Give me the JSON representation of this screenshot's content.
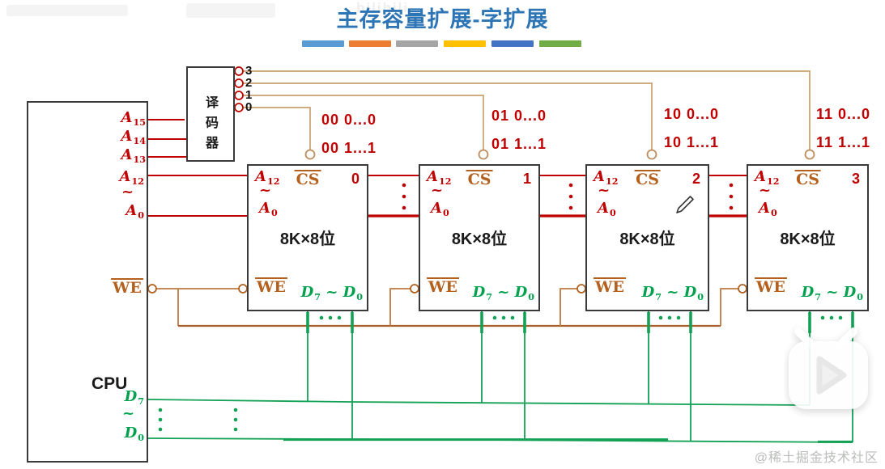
{
  "title": {
    "text": "主存容量扩展-字扩展",
    "underline_colors": [
      "#5B9BD5",
      "#ED7D31",
      "#A5A5A5",
      "#FFC000",
      "#4472C4",
      "#70AD47"
    ]
  },
  "watermarks": {
    "top_left": "bilibili",
    "bottom_right": "@稀土掘金技术社区"
  },
  "colors": {
    "address_line_red": "#C00000",
    "control_text_brown": "#B4601E",
    "decoder_line_tan": "#C9A06E",
    "we_line_brown": "#BE7A40",
    "data_line_green": "#00A14E",
    "title_blue": "#2E75B6"
  },
  "cpu": {
    "label": "CPU",
    "addr_high": [
      {
        "base": "A",
        "sub": "15"
      },
      {
        "base": "A",
        "sub": "14"
      },
      {
        "base": "A",
        "sub": "13"
      }
    ],
    "addr_top": {
      "base": "A",
      "sub": "12"
    },
    "addr_tilde": "~",
    "addr_bottom": {
      "base": "A",
      "sub": "0"
    },
    "we": "WE",
    "data_top": {
      "base": "D",
      "sub": "7"
    },
    "data_tilde": "~",
    "data_bottom": {
      "base": "D",
      "sub": "0"
    }
  },
  "decoder": {
    "label": "译码器",
    "outputs": [
      "3",
      "2",
      "1",
      "0"
    ]
  },
  "chips": [
    {
      "num": "0",
      "sel_line1": "00 0...0",
      "sel_line2": "00 1...1",
      "a_hi": {
        "base": "A",
        "sub": "12"
      },
      "tilde": "~",
      "a_lo": {
        "base": "A",
        "sub": "0"
      },
      "cs": "CS",
      "capacity": "8K×8位",
      "we": "WE",
      "d_hi": {
        "base": "D",
        "sub": "7"
      },
      "d_tilde": "~",
      "d_lo": {
        "base": "D",
        "sub": "0"
      }
    },
    {
      "num": "1",
      "sel_line1": "01 0...0",
      "sel_line2": "01 1...1",
      "a_hi": {
        "base": "A",
        "sub": "12"
      },
      "tilde": "~",
      "a_lo": {
        "base": "A",
        "sub": "0"
      },
      "cs": "CS",
      "capacity": "8K×8位",
      "we": "WE",
      "d_hi": {
        "base": "D",
        "sub": "7"
      },
      "d_tilde": "~",
      "d_lo": {
        "base": "D",
        "sub": "0"
      }
    },
    {
      "num": "2",
      "sel_line1": "10 0...0",
      "sel_line2": "10 1...1",
      "a_hi": {
        "base": "A",
        "sub": "12"
      },
      "tilde": "~",
      "a_lo": {
        "base": "A",
        "sub": "0"
      },
      "cs": "CS",
      "capacity": "8K×8位",
      "we": "WE",
      "d_hi": {
        "base": "D",
        "sub": "7"
      },
      "d_tilde": "~",
      "d_lo": {
        "base": "D",
        "sub": "0"
      }
    },
    {
      "num": "3",
      "sel_line1": "11 0...0",
      "sel_line2": "11 1...1",
      "a_hi": {
        "base": "A",
        "sub": "12"
      },
      "tilde": "~",
      "a_lo": {
        "base": "A",
        "sub": "0"
      },
      "cs": "CS",
      "capacity": "8K×8位",
      "we": "WE",
      "d_hi": {
        "base": "D",
        "sub": "7"
      },
      "d_tilde": "~",
      "d_lo": {
        "base": "D",
        "sub": "0"
      }
    }
  ]
}
